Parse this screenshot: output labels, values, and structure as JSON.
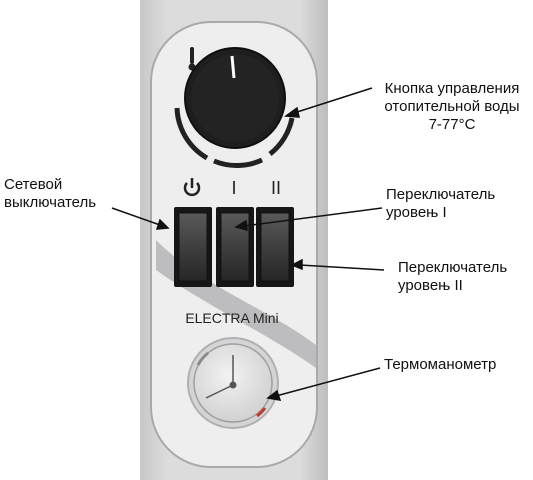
{
  "device": {
    "model_label": "ELECTRA Mini",
    "switch_symbols": {
      "power": "power-icon",
      "level1": "I",
      "level2": "II"
    },
    "thermometer_icon": "thermometer-icon"
  },
  "labels": {
    "knob": {
      "line1": "Кнопка управления",
      "line2": "отопительной воды",
      "line3": "7-77°С"
    },
    "power_switch": {
      "line1": "Сетевой",
      "line2": "выключатель"
    },
    "switch_level1": {
      "line1": "Переключатель",
      "line2": "уровењ I"
    },
    "switch_level2": {
      "line1": "Переключатель",
      "line2": "уровењ II"
    },
    "gauge": {
      "line1": "Термоманометр"
    }
  },
  "colors": {
    "panel_background": "#d9d9da",
    "panel_face": "#f1f1f2",
    "knob": "#1d1d1d",
    "switch": "#3a3a3a",
    "gauge_face": "#e8e8e8"
  }
}
